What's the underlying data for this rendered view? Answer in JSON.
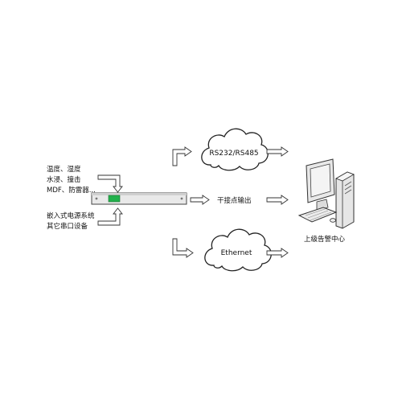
{
  "sources": {
    "group1": [
      "温度、湿度",
      "水浸、撞击",
      "MDF、防雷器..."
    ],
    "group2": [
      "嵌入式电源系统",
      "其它串口设备"
    ]
  },
  "links": {
    "serial": "RS232/RS485",
    "dry_contact": "干接点输出",
    "network": "Ethernet"
  },
  "destination": "上级告警中心",
  "colors": {
    "device_display": "#22b14c",
    "line": "#333333"
  }
}
